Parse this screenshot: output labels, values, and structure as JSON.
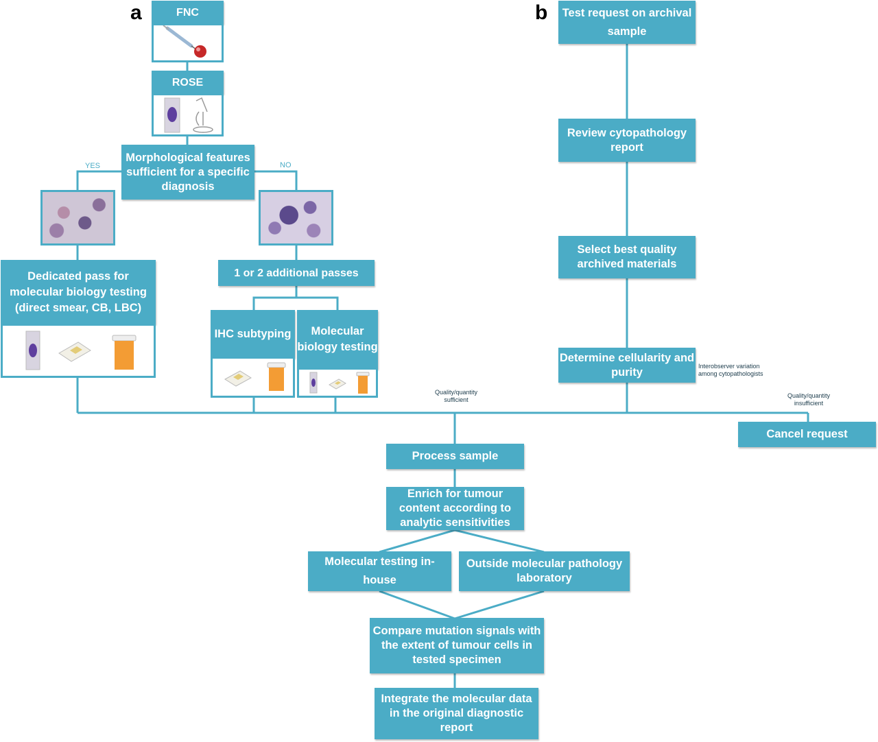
{
  "panels": {
    "a": "a",
    "b": "b"
  },
  "colors": {
    "box": "#4bacc6",
    "line": "#4bacc6"
  },
  "panel_a": {
    "fnc": "FNC",
    "rose": "ROSE",
    "morph": "Morphological features sufficient for a specific diagnosis",
    "yes": "YES",
    "no": "NO",
    "dedicated": "Dedicated pass for molecular biology testing (direct smear, CB, LBC)",
    "additional": "1 or 2 additional passes",
    "ihc": "IHC subtyping",
    "molbio": "Molecular biology testing"
  },
  "panel_b": {
    "test_request": "Test request on archival sample",
    "review": "Review cytopathology report",
    "select": "Select best quality archived materials",
    "determine": "Determine cellularity and purity",
    "interobserver": "Interobserver variation among cytopathologists",
    "sufficient": "Quality/quantity sufficient",
    "insufficient": "Quality/quantity insufficient",
    "cancel": "Cancel request"
  },
  "common": {
    "process": "Process sample",
    "enrich": "Enrich for tumour content according to analytic sensitivities",
    "inhouse": "Molecular testing in-house",
    "outside": "Outside molecular pathology laboratory",
    "compare": "Compare mutation signals with the extent of tumour cells in tested specimen",
    "integrate": "Integrate the  molecular data in the original diagnostic report"
  },
  "icons": [
    "syringe-icon",
    "droplet-icon",
    "slide-icon",
    "microscope-icon",
    "cell-block-icon",
    "vial-icon",
    "cytology-image"
  ]
}
